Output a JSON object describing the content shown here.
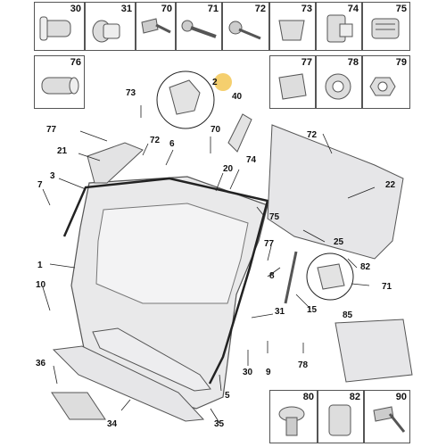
{
  "top_row_cells": [
    "30",
    "31",
    "70",
    "71",
    "72",
    "73",
    "74",
    "75"
  ],
  "second_row_cells": [
    "76",
    "77",
    "78",
    "79"
  ],
  "bottom_row_cells": [
    "80",
    "82",
    "90"
  ],
  "callouts": {
    "c73": "73",
    "c2": "2",
    "c40": "40",
    "c77": "77",
    "c72a": "72",
    "c6": "6",
    "c70": "70",
    "c72b": "72",
    "c21": "21",
    "c3": "3",
    "c20": "20",
    "c74": "74",
    "c22": "22",
    "c7": "7",
    "c75": "75",
    "c25": "25",
    "c77b": "77",
    "c1": "1",
    "c82": "82",
    "c8": "8",
    "c10": "10",
    "c71": "71",
    "c15": "15",
    "c31": "31",
    "c85": "85",
    "c9": "9",
    "c78": "78",
    "c30": "30",
    "c36": "36",
    "c5": "5",
    "c34": "34",
    "c35": "35"
  },
  "colors": {
    "line": "#222222",
    "part_fill": "#e9e9ea",
    "part_stroke": "#555555",
    "highlight": "#f5cf6e"
  }
}
